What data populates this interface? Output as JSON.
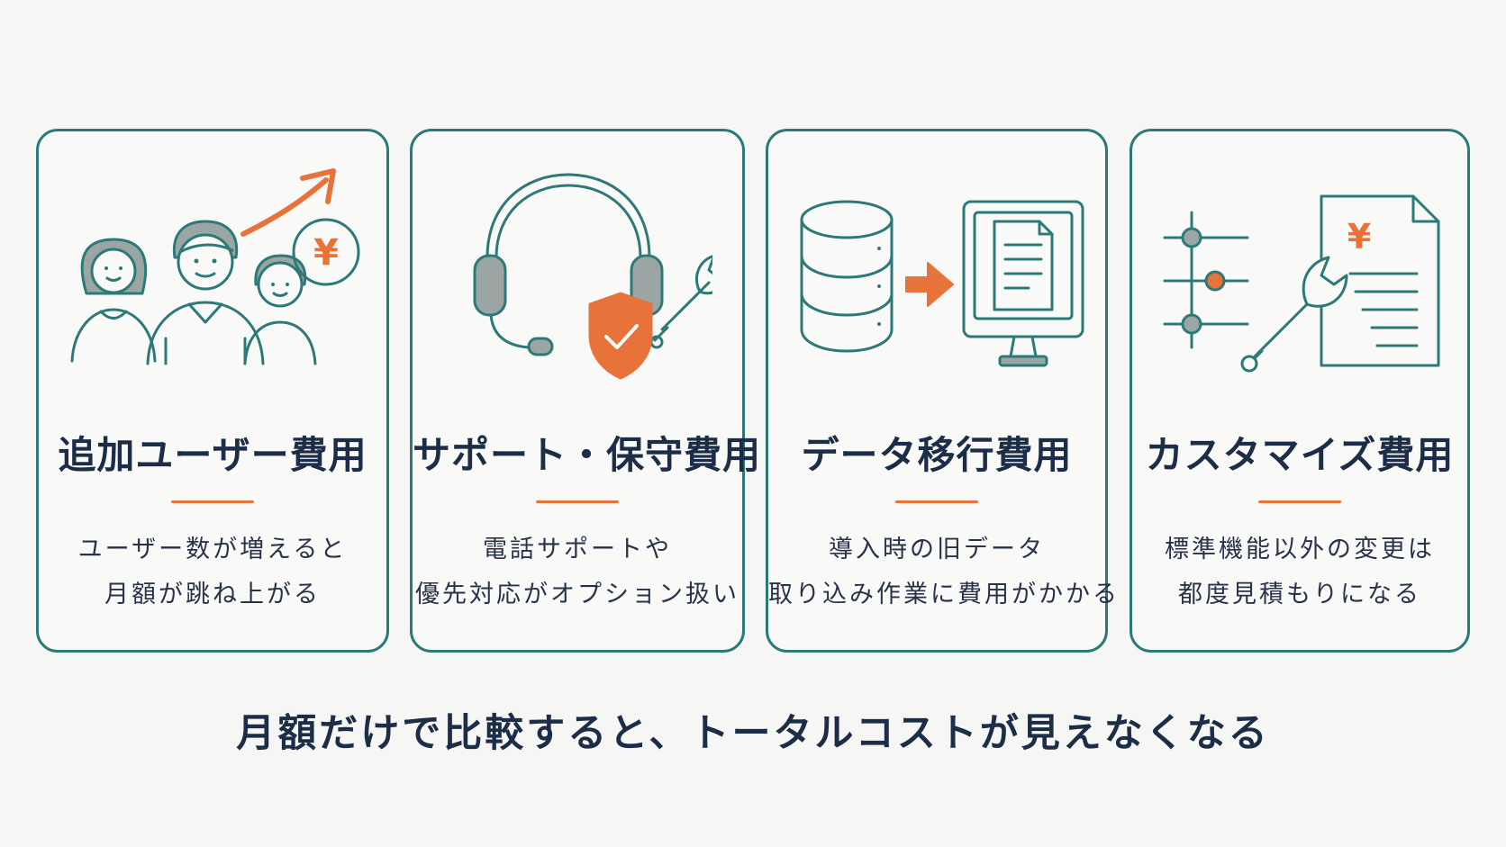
{
  "cards": [
    {
      "title": "追加ユーザー費用",
      "desc_lines": [
        "ユーザー数が増えると",
        "月額が跳ね上がる"
      ],
      "icon_symbol": "¥"
    },
    {
      "title": "サポート・保守費用",
      "desc_lines": [
        "電話サポートや",
        "優先対応がオプション扱い"
      ]
    },
    {
      "title": "データ移行費用",
      "desc_lines": [
        "導入時の旧データ",
        "取り込み作業に費用がかかる"
      ]
    },
    {
      "title": "カスタマイズ費用",
      "desc_lines": [
        "標準機能以外の変更は",
        "都度見積もりになる"
      ],
      "icon_symbol": "¥"
    }
  ],
  "footer": "月額だけで比較すると、トータルコストが見えなくなる",
  "colors": {
    "teal": "#2c7a78",
    "orange": "#e8733a",
    "navy": "#1c2d48",
    "gray_fill": "#9aa5a4"
  }
}
